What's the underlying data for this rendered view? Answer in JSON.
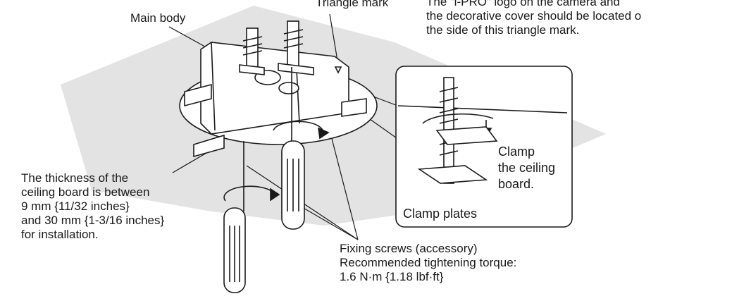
{
  "labels": {
    "main_body": "Main body",
    "triangle_mark": "Triangle mark",
    "logo_note": [
      "The “i-PRO” logo on the camera and",
      "the decorative cover should be located o",
      "the side of this triangle mark."
    ],
    "clamp_note": [
      "Clamp",
      "the ceiling",
      "board."
    ],
    "clamp_plates": "Clamp plates",
    "thickness_note": [
      "The thickness of the",
      "ceiling board is between",
      "9 mm {11/32 inches}",
      "and 30 mm {1-3/16 inches}",
      "for installation."
    ],
    "fixing_note": [
      "Fixing screws (accessory)",
      "Recommended tightening torque:",
      "1.6 N·m {1.18 lbf·ft}"
    ]
  }
}
